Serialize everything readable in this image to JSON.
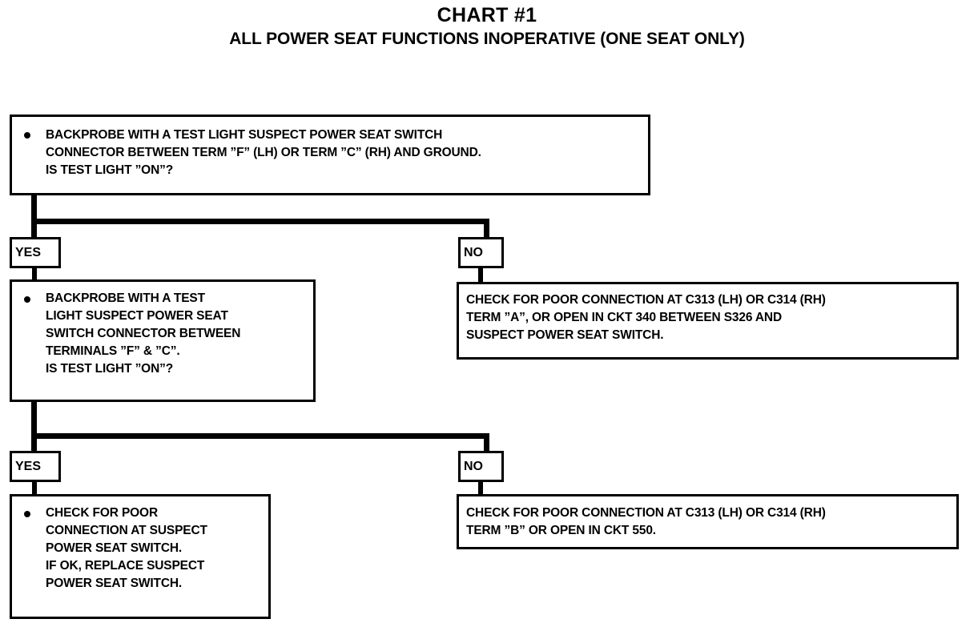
{
  "title": {
    "main": "CHART #1",
    "subtitle": "ALL POWER SEAT FUNCTIONS INOPERATIVE (ONE SEAT ONLY)"
  },
  "colors": {
    "ink": "#000000",
    "paper": "#ffffff"
  },
  "nodes": {
    "step1": {
      "id": "step1",
      "bullet": true,
      "text": "BACKPROBE WITH A TEST LIGHT SUSPECT POWER SEAT SWITCH\nCONNECTOR BETWEEN TERM ”F” (LH) OR TERM ”C” (RH) AND GROUND.\nIS TEST LIGHT ”ON”?"
    },
    "step1_no_result": {
      "id": "step1-no-result",
      "bullet": false,
      "text": "CHECK FOR POOR CONNECTION AT C313 (LH) OR C314 (RH)\nTERM ”A”, OR OPEN IN CKT 340 BETWEEN S326 AND\nSUSPECT POWER SEAT SWITCH."
    },
    "step2": {
      "id": "step2",
      "bullet": true,
      "text": "BACKPROBE WITH A TEST\nLIGHT SUSPECT POWER SEAT\nSWITCH CONNECTOR BETWEEN\nTERMINALS ”F” & ”C”.\nIS TEST LIGHT ”ON”?"
    },
    "step2_no_result": {
      "id": "step2-no-result",
      "bullet": false,
      "text": "CHECK FOR POOR CONNECTION AT C313 (LH) OR C314 (RH)\nTERM ”B” OR OPEN IN CKT 550."
    },
    "step2_yes_result": {
      "id": "step2-yes-result",
      "bullet": true,
      "text": "CHECK FOR POOR\nCONNECTION AT SUSPECT\nPOWER SEAT SWITCH.\nIF OK, REPLACE SUSPECT\nPOWER SEAT SWITCH."
    }
  },
  "branch_labels": {
    "row1_yes": "YES",
    "row1_no": "NO",
    "row2_yes": "YES",
    "row2_no": "NO"
  }
}
